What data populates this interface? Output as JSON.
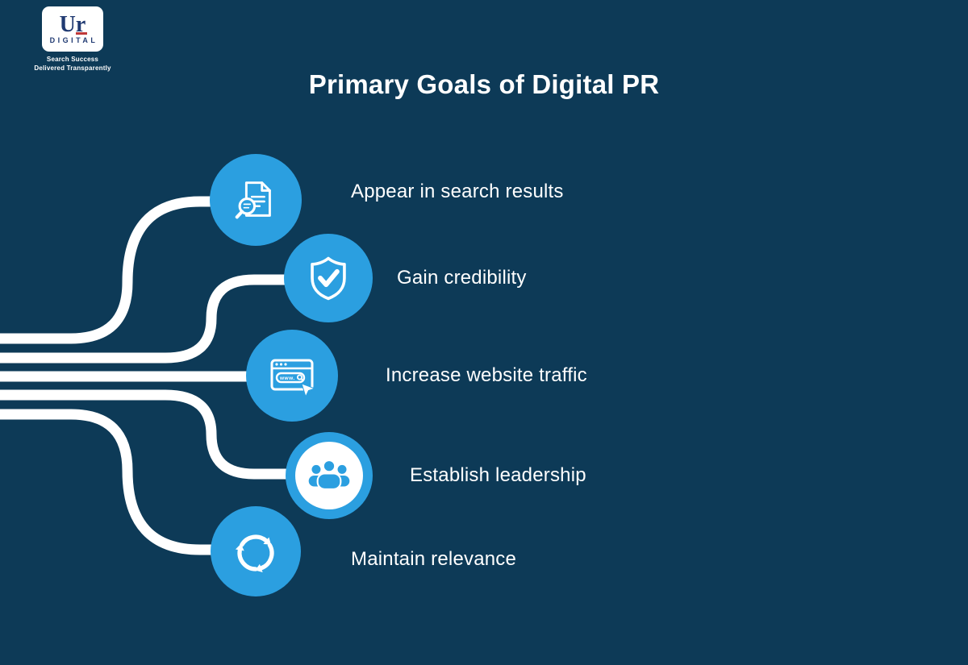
{
  "colors": {
    "background": "#0d3a57",
    "accent_blue": "#2b9fe0",
    "line_white": "#ffffff",
    "logo_navy": "#203a72",
    "logo_red": "#c03a3a"
  },
  "logo": {
    "mark": "Ur",
    "name": "DIGITAL",
    "tagline_line1": "Search Success",
    "tagline_line2": "Delivered Transparently"
  },
  "title": "Primary Goals of Digital PR",
  "items": [
    {
      "label": "Appear in search results",
      "icon": "document-search-icon"
    },
    {
      "label": "Gain credibility",
      "icon": "shield-check-icon"
    },
    {
      "label": "Increase website traffic",
      "icon": "browser-traffic-icon"
    },
    {
      "label": "Establish leadership",
      "icon": "people-group-icon"
    },
    {
      "label": "Maintain relevance",
      "icon": "refresh-arrows-icon"
    }
  ],
  "icons": {
    "browser_text": "www."
  }
}
